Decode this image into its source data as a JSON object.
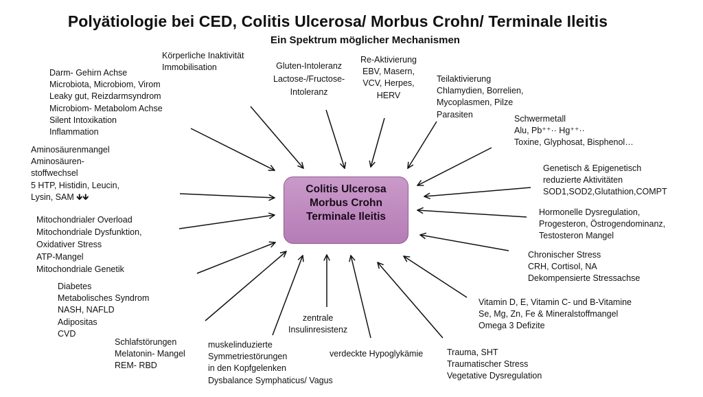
{
  "title": "Polyätiologie bei CED, Colitis Ulcerosa/ Morbus Crohn/ Terminale Ileitis",
  "subtitle": "Ein Spektrum möglicher Mechanismen",
  "core": {
    "lines": [
      "Colitis Ulcerosa",
      "Morbus Crohn",
      "Terminale Ileitis"
    ],
    "fill_color": "#c08ac0",
    "border_color": "#8d5a8d"
  },
  "causes": [
    {
      "id": "koerper",
      "lines": [
        "Körperliche Inaktivität",
        "Immobilisation"
      ]
    },
    {
      "id": "darm",
      "lines": [
        "Darm- Gehirn Achse",
        "Microbiota, Microbiom, Virom",
        "Leaky gut, Reizdarmsyndrom",
        "Microbiom- Metabolom Achse",
        "Silent Intoxikation",
        "Inflammation"
      ]
    },
    {
      "id": "gluten",
      "lines": [
        "Gluten-Intoleranz",
        "Lactose-/Fructose-",
        "Intoleranz"
      ]
    },
    {
      "id": "reakt",
      "lines": [
        "Re-Aktivierung",
        "EBV, Masern,",
        "VCV, Herpes,",
        "HERV"
      ]
    },
    {
      "id": "teilakt",
      "lines": [
        "Teilaktivierung",
        "Chlamydien, Borrelien,",
        "Mycoplasmen, Pilze",
        "Parasiten"
      ]
    },
    {
      "id": "schwer",
      "lines": [
        "Schwermetall",
        "Alu, Pb⁺⁺·· Hg⁺⁺··",
        "Toxine, Glyphosat, Bisphenol…"
      ]
    },
    {
      "id": "amino",
      "lines": [
        "Aminosäurenmangel",
        "Aminosäuren-",
        "stoffwechsel",
        "5 HTP, Histidin, Leucin,",
        "Lysin, SAM 🡻🡻"
      ]
    },
    {
      "id": "genet",
      "lines": [
        "Genetisch & Epigenetisch",
        "reduzierte Aktivitäten",
        "SOD1,SOD2,Glutathion,COMPT"
      ]
    },
    {
      "id": "hormon",
      "lines": [
        "Hormonelle Dysregulation,",
        "Progesteron, Östrogendominanz,",
        "Testosteron Mangel"
      ]
    },
    {
      "id": "mito",
      "lines": [
        "Mitochondrialer Overload",
        "Mitochondriale Dysfunktion,",
        "Oxidativer Stress",
        "ATP-Mangel",
        "Mitochondriale Genetik"
      ]
    },
    {
      "id": "stress",
      "lines": [
        "Chronischer Stress",
        "CRH, Cortisol, NA",
        "Dekompensierte Stressachse"
      ]
    },
    {
      "id": "diabetes",
      "lines": [
        "Diabetes",
        "Metabolisches Syndrom",
        "NASH, NAFLD",
        "Adipositas",
        "CVD"
      ]
    },
    {
      "id": "vitamin",
      "lines": [
        "Vitamin D, E, Vitamin C- und B-Vitamine",
        "Se, Mg, Zn, Fe & Mineralstoffmangel",
        "Omega 3 Defizite"
      ]
    },
    {
      "id": "schlaf",
      "lines": [
        "Schlafstörungen",
        "Melatonin- Mangel",
        "REM- RBD"
      ]
    },
    {
      "id": "muskel",
      "lines": [
        "muskelinduzierte",
        "Symmetriestörungen",
        "in den Kopfgelenken",
        "Dysbalance Symphaticus/ Vagus"
      ]
    },
    {
      "id": "insulin",
      "lines": [
        "zentrale",
        "Insulinresistenz"
      ]
    },
    {
      "id": "hypo",
      "lines": [
        "verdeckte Hypoglykämie"
      ]
    },
    {
      "id": "trauma",
      "lines": [
        "Trauma, SHT",
        "Traumatischer Stress",
        "Vegetative Dysregulation"
      ]
    }
  ]
}
